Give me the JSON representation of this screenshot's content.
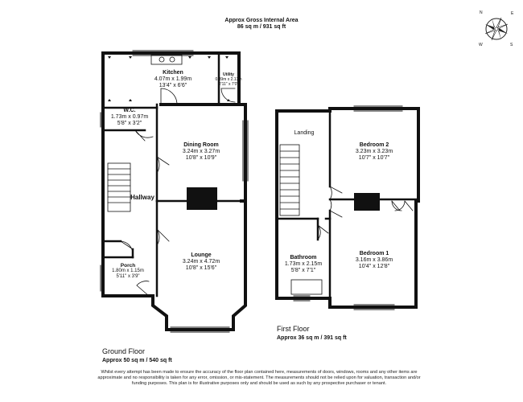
{
  "header": {
    "title": "Approx Gross Internal Area",
    "area": "86 sq m / 931 sq ft"
  },
  "compass": {
    "icon": "compass-rose-icon",
    "letters": [
      "N",
      "E",
      "S",
      "W"
    ]
  },
  "ground_floor": {
    "title": "Ground Floor",
    "area": "Approx 50 sq m / 540 sq ft",
    "rooms": {
      "kitchen": {
        "name": "Kitchen",
        "metric": "4.07m x 1.99m",
        "imperial": "13'4\" x 6'6\""
      },
      "utility": {
        "name": "Utility",
        "metric": "0.89m x 2.13m",
        "imperial": "2'11\" x 7'0\""
      },
      "wc": {
        "name": "W.C.",
        "metric": "1.73m x 0.97m",
        "imperial": "5'8\" x 3'2\""
      },
      "dining": {
        "name": "Dining Room",
        "metric": "3.24m x 3.27m",
        "imperial": "10'8\" x 10'9\""
      },
      "hallway": {
        "name": "Hallway"
      },
      "lounge": {
        "name": "Lounge",
        "metric": "3.24m x 4.72m",
        "imperial": "10'8\" x 15'6\""
      },
      "porch": {
        "name": "Porch",
        "metric": "1.80m x 1.15m",
        "imperial": "5'11\" x 3'9\""
      }
    }
  },
  "first_floor": {
    "title": "First Floor",
    "area": "Approx 36 sq m / 391 sq ft",
    "rooms": {
      "landing": {
        "name": "Landing"
      },
      "bedroom2": {
        "name": "Bedroom 2",
        "metric": "3.23m x 3.23m",
        "imperial": "10'7\" x 10'7\""
      },
      "bathroom": {
        "name": "Bathroom",
        "metric": "1.73m x 2.15m",
        "imperial": "5'8\" x 7'1\""
      },
      "bedroom1": {
        "name": "Bedroom 1",
        "metric": "3.16m x 3.86m",
        "imperial": "10'4\" x 12'8\""
      }
    }
  },
  "disclaimer": "Whilst every attempt has been made to ensure the accuracy of the floor plan contained here, measurements of doors, windows, rooms and any other items are approximate and no responsibility is taken for any error, omission, or mis-statement. The measurements should not be relied upon for valuation, transaction and/or funding purposes. This plan is for illustrative purposes only and should be used as such by any prospective purchaser or tenant."
}
